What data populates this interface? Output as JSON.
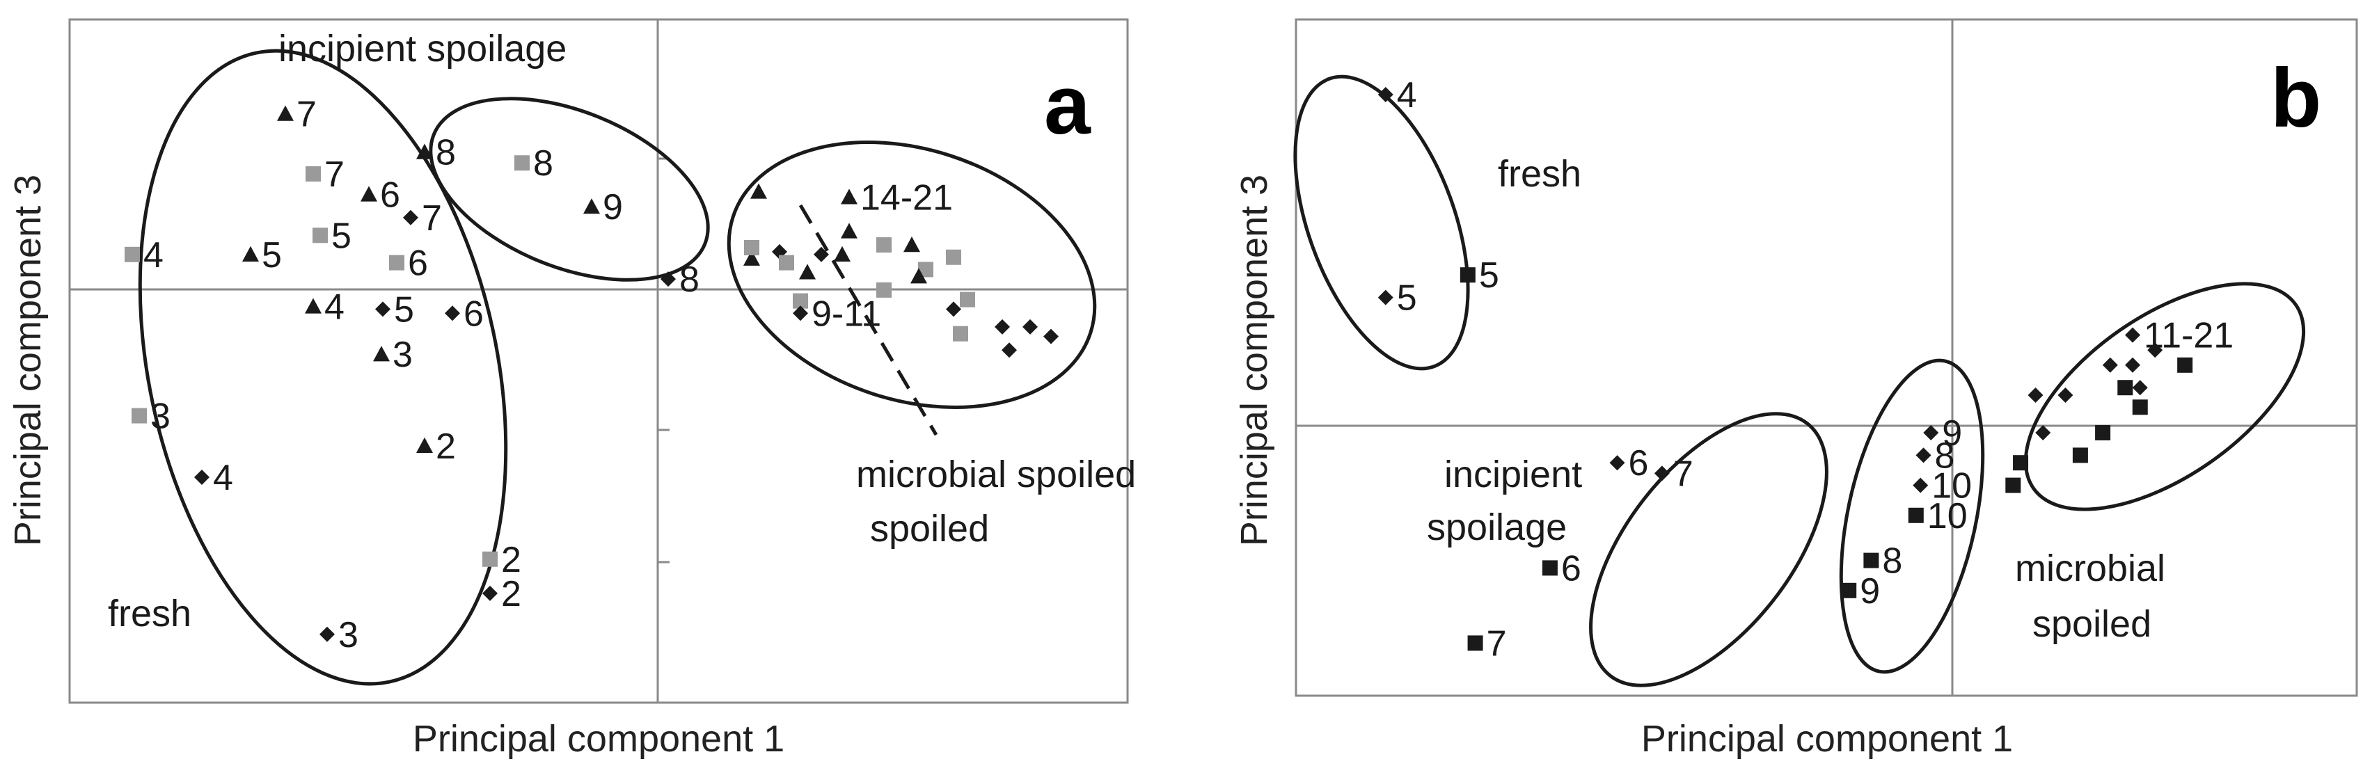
{
  "colors": {
    "black_marker": "#1a1a1a",
    "gray_marker": "#9a9a9a",
    "frame": "#8a8a8a"
  },
  "chart_data": [
    {
      "type": "scatter",
      "panel": "a",
      "xlabel": "Principal component 1",
      "ylabel": "Principal component 3",
      "axes_through_origin": true,
      "xlim": [
        -4.2,
        3.4
      ],
      "ylim": [
        -3.0,
        2.0
      ],
      "groups": [
        "incipient spoilage",
        "fresh",
        "microbial spoiled"
      ],
      "marker_series": [
        "diamond",
        "triangle",
        "square-gray"
      ],
      "points": [
        {
          "x": -3.75,
          "y": 0.28,
          "marker": "square-gray",
          "label": "4"
        },
        {
          "x": -2.65,
          "y": 1.31,
          "marker": "triangle",
          "label": "7"
        },
        {
          "x": -2.45,
          "y": 0.87,
          "marker": "square-gray",
          "label": "7"
        },
        {
          "x": -2.05,
          "y": 0.72,
          "marker": "triangle",
          "label": "6"
        },
        {
          "x": -2.9,
          "y": 0.28,
          "marker": "triangle",
          "label": "5"
        },
        {
          "x": -2.4,
          "y": 0.42,
          "marker": "square-gray",
          "label": "5"
        },
        {
          "x": -1.75,
          "y": 0.55,
          "marker": "diamond",
          "label": "7"
        },
        {
          "x": -1.85,
          "y": 0.22,
          "marker": "square-gray",
          "label": "6"
        },
        {
          "x": -2.45,
          "y": -0.1,
          "marker": "triangle",
          "label": "4"
        },
        {
          "x": -1.95,
          "y": -0.12,
          "marker": "diamond",
          "label": "5"
        },
        {
          "x": -1.45,
          "y": -0.15,
          "marker": "diamond",
          "label": "6"
        },
        {
          "x": -1.96,
          "y": -0.45,
          "marker": "triangle",
          "label": "3"
        },
        {
          "x": -3.7,
          "y": -0.9,
          "marker": "square-gray",
          "label": "3"
        },
        {
          "x": -3.25,
          "y": -1.35,
          "marker": "diamond",
          "label": "4"
        },
        {
          "x": -1.65,
          "y": -1.12,
          "marker": "triangle",
          "label": "2"
        },
        {
          "x": -1.18,
          "y": -1.95,
          "marker": "square-gray",
          "label": "2"
        },
        {
          "x": -1.18,
          "y": -2.2,
          "marker": "diamond",
          "label": "2"
        },
        {
          "x": -2.35,
          "y": -2.5,
          "marker": "diamond",
          "label": "3"
        },
        {
          "x": -1.65,
          "y": 1.03,
          "marker": "triangle",
          "label": "8"
        },
        {
          "x": -0.95,
          "y": 0.95,
          "marker": "square-gray",
          "label": "8"
        },
        {
          "x": -0.45,
          "y": 0.63,
          "marker": "triangle",
          "label": "9"
        },
        {
          "x": 0.1,
          "y": 0.1,
          "marker": "diamond",
          "label": "8"
        },
        {
          "x": 0.75,
          "y": 0.74,
          "marker": "triangle",
          "label": ""
        },
        {
          "x": 1.4,
          "y": 0.7,
          "marker": "triangle",
          "label": "14-21"
        },
        {
          "x": 1.4,
          "y": 0.45,
          "marker": "triangle",
          "label": ""
        },
        {
          "x": 0.7,
          "y": 0.25,
          "marker": "triangle",
          "label": ""
        },
        {
          "x": 0.7,
          "y": 0.33,
          "marker": "square-gray",
          "label": ""
        },
        {
          "x": 0.9,
          "y": 0.3,
          "marker": "diamond",
          "label": ""
        },
        {
          "x": 0.95,
          "y": 0.22,
          "marker": "square-gray",
          "label": ""
        },
        {
          "x": 1.2,
          "y": 0.28,
          "marker": "diamond",
          "label": ""
        },
        {
          "x": 1.35,
          "y": 0.28,
          "marker": "triangle",
          "label": ""
        },
        {
          "x": 1.1,
          "y": 0.15,
          "marker": "triangle",
          "label": ""
        },
        {
          "x": 1.05,
          "y": -0.06,
          "marker": "square-gray",
          "label": ""
        },
        {
          "x": 1.05,
          "y": -0.15,
          "marker": "diamond",
          "label": "9-11"
        },
        {
          "x": 1.65,
          "y": 0.35,
          "marker": "square-gray",
          "label": ""
        },
        {
          "x": 1.85,
          "y": 0.35,
          "marker": "triangle",
          "label": ""
        },
        {
          "x": 1.95,
          "y": 0.17,
          "marker": "square-gray",
          "label": ""
        },
        {
          "x": 1.65,
          "y": 0.02,
          "marker": "square-gray",
          "label": ""
        },
        {
          "x": 1.9,
          "y": 0.12,
          "marker": "triangle",
          "label": ""
        },
        {
          "x": 2.15,
          "y": 0.26,
          "marker": "square-gray",
          "label": ""
        },
        {
          "x": 2.25,
          "y": -0.05,
          "marker": "square-gray",
          "label": ""
        },
        {
          "x": 2.15,
          "y": -0.12,
          "marker": "diamond",
          "label": ""
        },
        {
          "x": 2.2,
          "y": -0.3,
          "marker": "square-gray",
          "label": ""
        },
        {
          "x": 2.5,
          "y": -0.25,
          "marker": "diamond",
          "label": ""
        },
        {
          "x": 2.7,
          "y": -0.25,
          "marker": "diamond",
          "label": ""
        },
        {
          "x": 2.85,
          "y": -0.32,
          "marker": "diamond",
          "label": ""
        },
        {
          "x": 2.55,
          "y": -0.42,
          "marker": "diamond",
          "label": ""
        }
      ]
    },
    {
      "type": "scatter",
      "panel": "b",
      "xlabel": "Principal component 1",
      "ylabel": "Principal component 3",
      "axes_through_origin": true,
      "xlim": [
        -4.2,
        2.9
      ],
      "ylim": [
        -1.8,
        2.7
      ],
      "groups": [
        "fresh",
        "incipient spoilage",
        "microbial spoiled"
      ],
      "marker_series": [
        "diamond",
        "square"
      ],
      "points": [
        {
          "x": -3.6,
          "y": 2.2,
          "marker": "diamond",
          "label": "4"
        },
        {
          "x": -3.6,
          "y": 0.85,
          "marker": "diamond",
          "label": "5"
        },
        {
          "x": -3.05,
          "y": 1.0,
          "marker": "square",
          "label": "5"
        },
        {
          "x": -2.05,
          "y": -0.25,
          "marker": "diamond",
          "label": "6"
        },
        {
          "x": -1.75,
          "y": -0.32,
          "marker": "diamond",
          "label": "7"
        },
        {
          "x": -2.5,
          "y": -0.95,
          "marker": "square",
          "label": "6"
        },
        {
          "x": -3.0,
          "y": -1.45,
          "marker": "square",
          "label": "7"
        },
        {
          "x": 0.05,
          "y": -0.05,
          "marker": "diamond",
          "label": "9"
        },
        {
          "x": 0.0,
          "y": -0.2,
          "marker": "diamond",
          "label": "8"
        },
        {
          "x": -0.02,
          "y": -0.4,
          "marker": "diamond",
          "label": "10"
        },
        {
          "x": -0.05,
          "y": -0.6,
          "marker": "square",
          "label": "10"
        },
        {
          "x": -0.35,
          "y": -0.9,
          "marker": "square",
          "label": "8"
        },
        {
          "x": -0.5,
          "y": -1.1,
          "marker": "square",
          "label": "9"
        },
        {
          "x": 0.75,
          "y": 0.2,
          "marker": "diamond",
          "label": ""
        },
        {
          "x": 0.95,
          "y": 0.2,
          "marker": "diamond",
          "label": ""
        },
        {
          "x": 1.25,
          "y": 0.4,
          "marker": "diamond",
          "label": ""
        },
        {
          "x": 1.4,
          "y": 0.4,
          "marker": "diamond",
          "label": ""
        },
        {
          "x": 1.4,
          "y": 0.6,
          "marker": "diamond",
          "label": "11-21"
        },
        {
          "x": 1.55,
          "y": 0.5,
          "marker": "diamond",
          "label": ""
        },
        {
          "x": 1.45,
          "y": 0.25,
          "marker": "diamond",
          "label": ""
        },
        {
          "x": 1.35,
          "y": 0.25,
          "marker": "square",
          "label": ""
        },
        {
          "x": 1.45,
          "y": 0.12,
          "marker": "square",
          "label": ""
        },
        {
          "x": 1.75,
          "y": 0.4,
          "marker": "square",
          "label": ""
        },
        {
          "x": 1.2,
          "y": -0.05,
          "marker": "square",
          "label": ""
        },
        {
          "x": 1.05,
          "y": -0.2,
          "marker": "square",
          "label": ""
        },
        {
          "x": 0.8,
          "y": -0.05,
          "marker": "diamond",
          "label": ""
        },
        {
          "x": 0.65,
          "y": -0.25,
          "marker": "square",
          "label": ""
        },
        {
          "x": 0.6,
          "y": -0.4,
          "marker": "square",
          "label": ""
        }
      ]
    }
  ]
}
